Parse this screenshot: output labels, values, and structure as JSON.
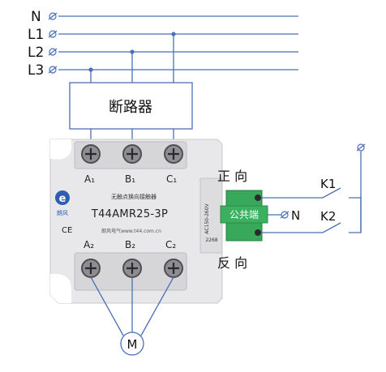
{
  "lines": {
    "n_label": "N",
    "l1_label": "L1",
    "l2_label": "L2",
    "l3_label": "L3",
    "phase_color": "#4a6fb5"
  },
  "breaker": {
    "label": "断路器"
  },
  "module": {
    "brand": "朗风",
    "brand_logo": "e",
    "title_small": "无触点换向接触器",
    "model": "T44AMR25-3P",
    "website": "朗风电气www.t44.com.cn",
    "ce_mark": "CE",
    "side_voltage": "AC150-260V",
    "side_code": "2268",
    "input_terminals": [
      "A₁",
      "B₁",
      "C₁"
    ],
    "output_terminals": [
      "A₂",
      "B₂",
      "C₂"
    ]
  },
  "control": {
    "forward_label": "正 向",
    "reverse_label": "反 向",
    "common_label": "公共端",
    "n_label": "N",
    "k1_label": "K1",
    "k2_label": "K2"
  },
  "motor": {
    "label": "M"
  },
  "colors": {
    "wire": "#4a6fb5",
    "module_body": "#e6e6e8",
    "terminal_green": "#38a85a",
    "text_dark": "#111111"
  }
}
